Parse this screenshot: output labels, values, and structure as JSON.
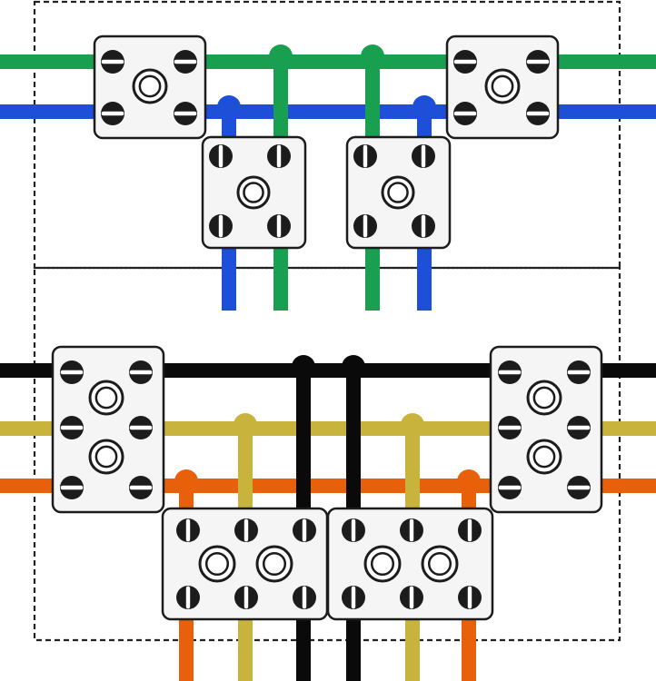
{
  "colors": {
    "green": "#18a050",
    "blue": "#1d4fd8",
    "black": "#0a0a0a",
    "yellow": "#c8b43c",
    "orange": "#e8600a",
    "frame": "#222222",
    "block_fill": "#f5f5f5"
  },
  "sections": [
    {
      "name": "upper",
      "wires": [
        "green",
        "blue"
      ],
      "junction_blocks": 4
    },
    {
      "name": "lower",
      "wires": [
        "black",
        "yellow",
        "orange"
      ],
      "junction_blocks": 4
    }
  ],
  "icons": {
    "terminal_screw": "screw-terminal-icon",
    "mounting_hole": "mounting-hole-icon",
    "wire_joint": "wire-junction-dot-icon"
  }
}
